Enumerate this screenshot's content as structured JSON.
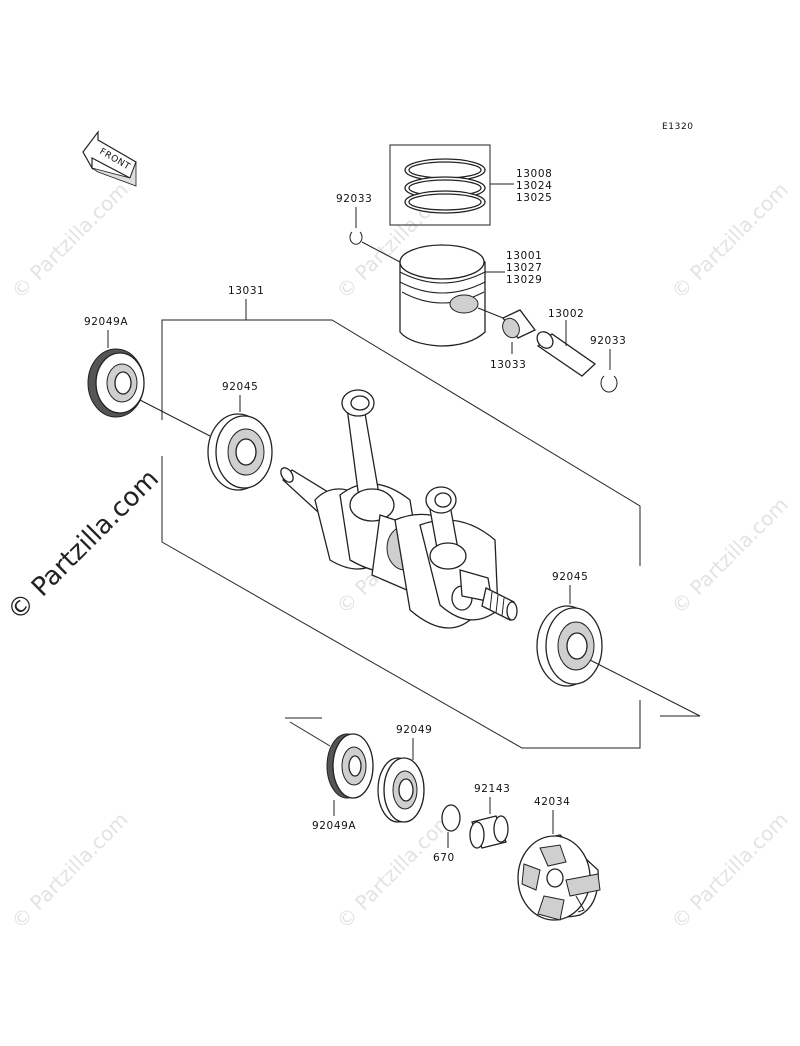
{
  "diagram_code": "E1320",
  "front_label": "FRONT",
  "watermark": "© Partzilla.com",
  "parts": {
    "piston_rings": [
      "13008",
      "13024",
      "13025"
    ],
    "piston": [
      "13001",
      "13027",
      "13029"
    ],
    "circlip_left": "92033",
    "circlip_right": "92033",
    "needle_bearing": "13033",
    "piston_pin": "13002",
    "crankshaft_assy": "13031",
    "oil_seal_top": "92049A",
    "bearing_left": "92045",
    "bearing_right": "92045",
    "oil_seal_bottom": "92049A",
    "oil_seal_92049": "92049",
    "o_ring": "670",
    "collar": "92143",
    "coupling": "42034"
  }
}
